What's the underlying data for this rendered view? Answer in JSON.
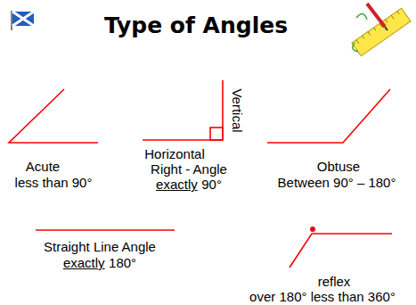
{
  "diagram": {
    "title": "Type of Angles",
    "labels": [
      "Vertical",
      "Acute",
      "Horizontal",
      "Right - Angle",
      "Obtuse",
      "less than 90°",
      "exactly",
      "90°",
      "Between 90° – 180°",
      "Straight Line Angle",
      "exactly",
      "180°",
      "reflex",
      "over 180° less than 360°"
    ]
  }
}
